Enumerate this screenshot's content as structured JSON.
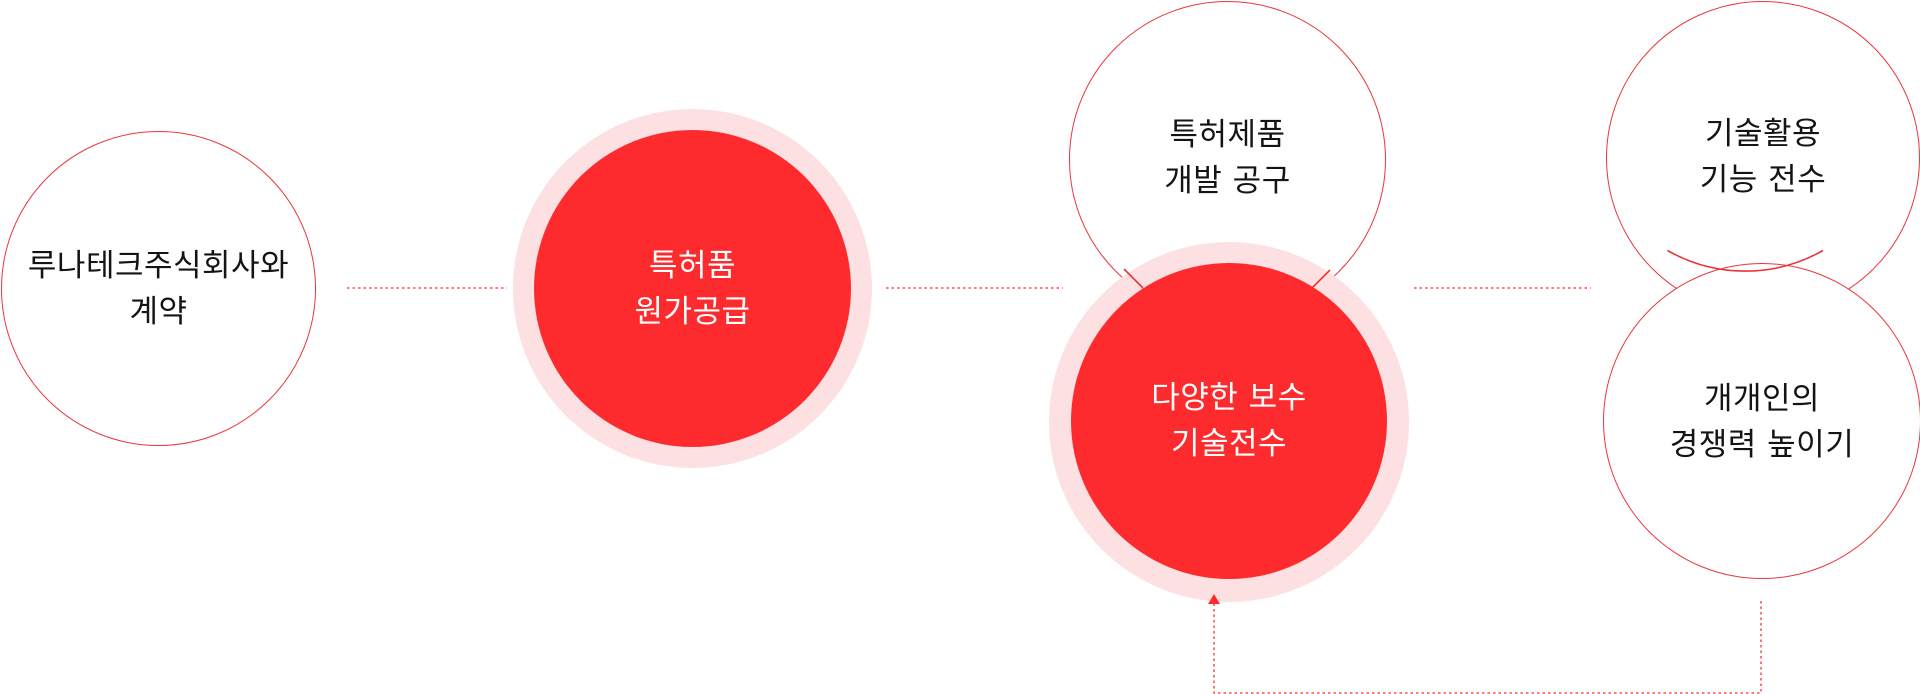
{
  "colors": {
    "accent": "#fd2b2d",
    "outline": "#e8373b",
    "halo": "#fde0e1",
    "text_dark": "#141414",
    "text_light": "#ffffff"
  },
  "nodes": {
    "contract": {
      "line1": "루나테크주식회사와",
      "line2": "계약"
    },
    "supply": {
      "line1": "특허품",
      "line2": "원가공급"
    },
    "tools": {
      "line1": "특허제품",
      "line2": "개발 공구"
    },
    "transfer": {
      "line1": "다양한 보수",
      "line2": "기술전수"
    },
    "function": {
      "line1": "기술활용",
      "line2": "기능 전수"
    },
    "competitiveness": {
      "line1": "개개인의",
      "line2": "경쟁력 높이기"
    }
  }
}
